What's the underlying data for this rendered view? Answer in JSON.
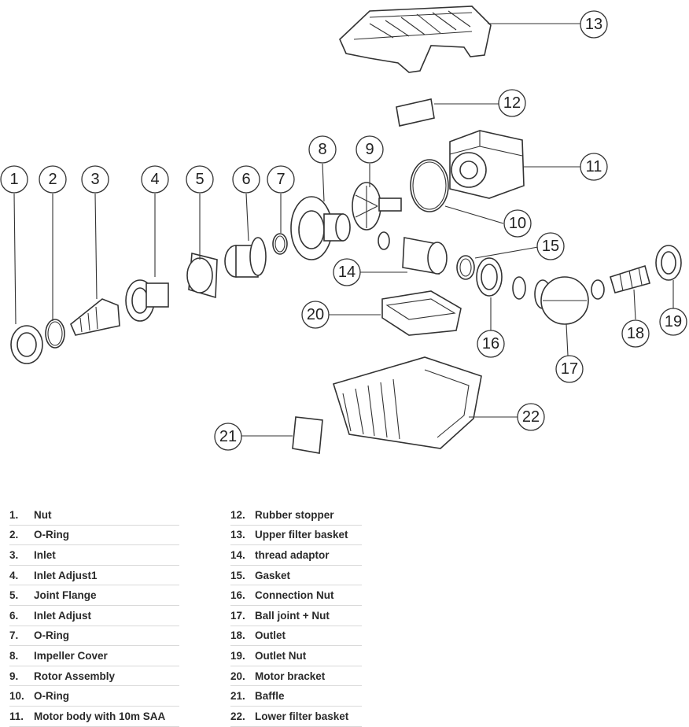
{
  "callouts": [
    "1",
    "2",
    "3",
    "4",
    "5",
    "6",
    "7",
    "8",
    "9",
    "10",
    "11",
    "12",
    "13",
    "14",
    "15",
    "16",
    "17",
    "18",
    "19",
    "20",
    "21",
    "22"
  ],
  "legend": {
    "left": [
      {
        "num": "1.",
        "label": "Nut"
      },
      {
        "num": "2.",
        "label": "O-Ring"
      },
      {
        "num": "3.",
        "label": "Inlet"
      },
      {
        "num": "4.",
        "label": "Inlet Adjust1"
      },
      {
        "num": "5.",
        "label": "Joint Flange"
      },
      {
        "num": "6.",
        "label": "Inlet Adjust"
      },
      {
        "num": "7.",
        "label": "O-Ring"
      },
      {
        "num": "8.",
        "label": "Impeller Cover"
      },
      {
        "num": "9.",
        "label": "Rotor Assembly"
      },
      {
        "num": "10.",
        "label": "O-Ring"
      },
      {
        "num": "11.",
        "label": "Motor body with 10m SAA"
      }
    ],
    "right": [
      {
        "num": "12.",
        "label": "Rubber stopper"
      },
      {
        "num": "13.",
        "label": "Upper filter basket"
      },
      {
        "num": "14.",
        "label": "thread adaptor"
      },
      {
        "num": "15.",
        "label": "Gasket"
      },
      {
        "num": "16.",
        "label": "Connection Nut"
      },
      {
        "num": "17.",
        "label": "Ball joint + Nut"
      },
      {
        "num": "18.",
        "label": "Outlet"
      },
      {
        "num": "19.",
        "label": "Outlet Nut"
      },
      {
        "num": "20.",
        "label": "Motor bracket"
      },
      {
        "num": "21.",
        "label": "Baffle"
      },
      {
        "num": "22.",
        "label": "Lower filter basket"
      }
    ]
  }
}
